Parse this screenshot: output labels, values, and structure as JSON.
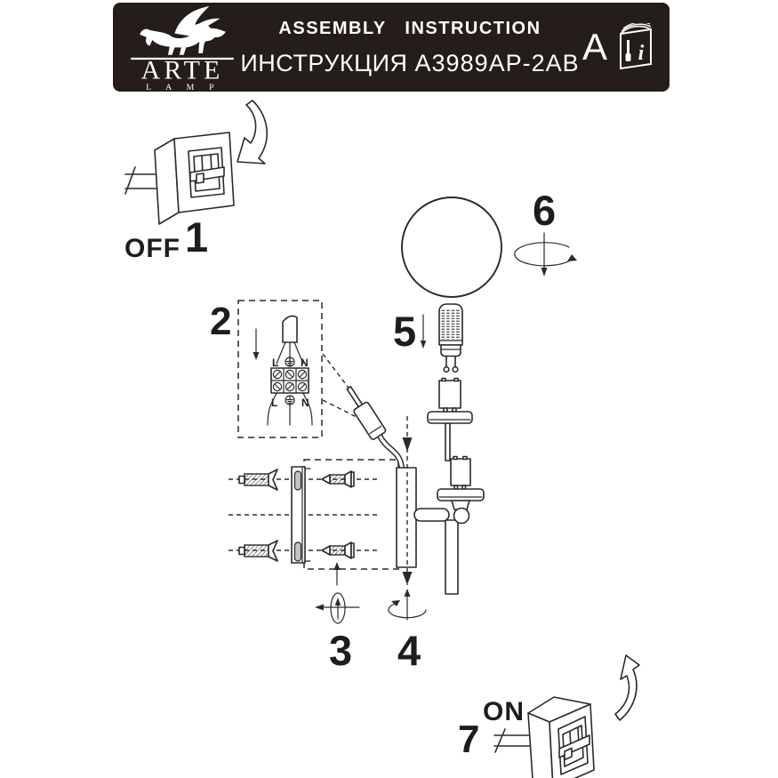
{
  "header": {
    "title_en": "ASSEMBLY INSTRUCTION",
    "instruction_ru": "ИНСТРУКЦИЯ",
    "model": "A3989AP-2AB",
    "corner_letter": "A",
    "booklet_i": "i",
    "logo": {
      "brand": "ARTE",
      "sub": "L A M P"
    }
  },
  "steps": {
    "s1": "1",
    "s2": "2",
    "s3": "3",
    "s4": "4",
    "s5": "5",
    "s6": "6",
    "s7": "7"
  },
  "labels": {
    "off": "OFF",
    "on": "ON"
  },
  "terminal": {
    "top_left": "L",
    "top_right": "N",
    "bottom_left": "L",
    "bottom_right": "N"
  },
  "icons": {
    "hand_left": "☜"
  },
  "colors": {
    "header_bg": "#241d1a",
    "line": "#2a2a2a",
    "slot_gray": "#c4c4c4"
  }
}
